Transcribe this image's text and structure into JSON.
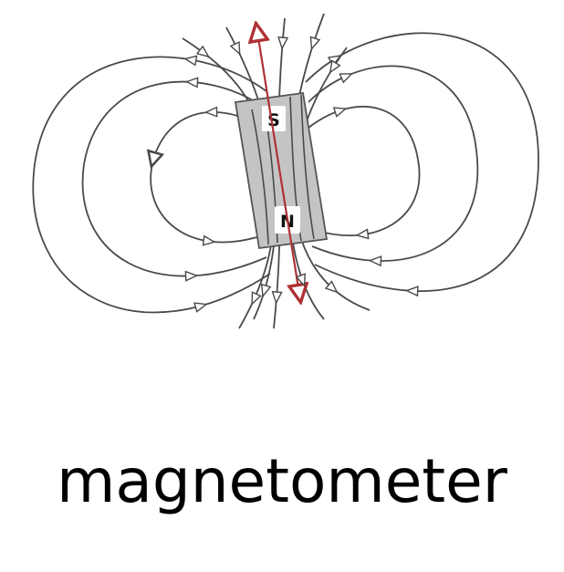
{
  "diagram": {
    "magnet": {
      "top_pole_label": "S",
      "bottom_pole_label": "N"
    },
    "colors": {
      "field_line": "#4a4a4a",
      "axis_line": "#b03034",
      "magnet_fill": "#c4c4c4",
      "magnet_stroke": "#555555",
      "label_bg": "#ffffff",
      "label_text": "#111111"
    }
  },
  "caption": {
    "text": "magnetometer"
  }
}
